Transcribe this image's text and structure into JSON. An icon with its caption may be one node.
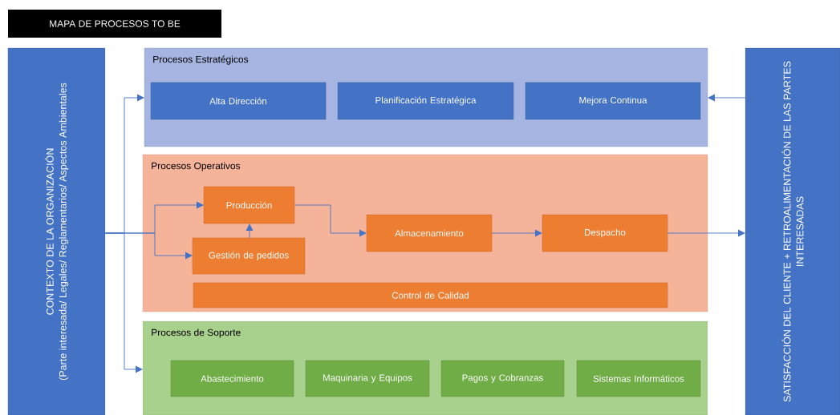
{
  "diagram": {
    "title": "MAPA DE PROCESOS TO BE",
    "nodes": [
      {
        "text": [
          "CONTEXTO DE LA ORGANIZACIÓN",
          "(Parte interesada/ Legales/ Reglamentarios/ Aspectos Ambientales"
        ]
      },
      {
        "text": [
          "Procesos Estratégicos"
        ]
      },
      {
        "text": [
          "Alta Dirección"
        ],
        "in": 1
      },
      {
        "text": [
          "Planificación Estratégica"
        ],
        "in": 1
      },
      {
        "text": [
          "Mejora Continua"
        ],
        "in": 1
      },
      {
        "text": [
          "Procesos Operativos"
        ]
      },
      {
        "text": [
          "Producción"
        ],
        "in": 5
      },
      {
        "text": [
          "Gestión de pedidos"
        ],
        "in": 5
      },
      {
        "text": [
          "Almacenamiento"
        ],
        "in": 5
      },
      {
        "text": [
          "Despacho"
        ],
        "in": 5
      },
      {
        "text": [
          "Control de Calidad"
        ],
        "in": 5
      },
      {
        "text": [
          "Procesos de Soporte"
        ]
      },
      {
        "text": [
          "Abastecimiento"
        ],
        "in": 11
      },
      {
        "text": [
          "Maquinaria y Equipos"
        ],
        "in": 11
      },
      {
        "text": [
          "Pagos y Cobranzas"
        ],
        "in": 11
      },
      {
        "text": [
          "Sistemas Informáticos"
        ],
        "in": 11
      },
      {
        "text": [
          "SATISFACCIÓN DEL CLIENTE + RETROALIMENTACIÓN DE LAS PARTES INTERESADAS"
        ]
      }
    ],
    "edges": [
      {
        "from": 0,
        "to": 1,
        "arrow": "to"
      },
      {
        "from": 0,
        "to": 6,
        "arrow": "to"
      },
      {
        "from": 0,
        "to": 7,
        "arrow": "to"
      },
      {
        "from": 0,
        "to": 11,
        "arrow": "to"
      },
      {
        "from": 7,
        "to": 6,
        "arrow": "to"
      },
      {
        "from": 6,
        "to": 8,
        "arrow": "to"
      },
      {
        "from": 8,
        "to": 9,
        "arrow": "to"
      },
      {
        "from": 9,
        "to": 16,
        "arrow": "to"
      },
      {
        "from": 16,
        "to": 1,
        "arrow": "to"
      }
    ]
  }
}
